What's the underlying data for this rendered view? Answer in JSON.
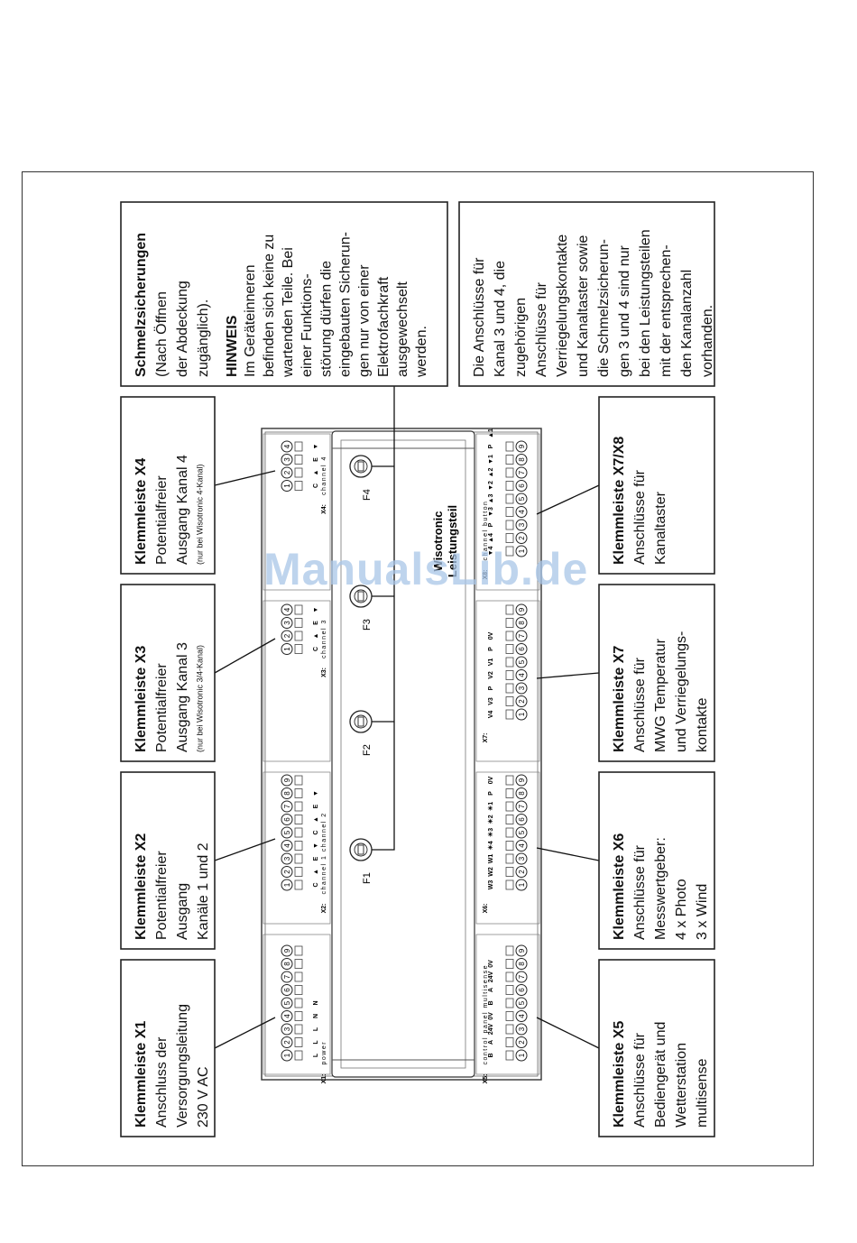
{
  "watermark": "ManualsLib.de",
  "device": {
    "brand": "Wisotronic",
    "model": "Leistungsteil",
    "fuses": [
      "F1",
      "F2",
      "F3",
      "F4"
    ]
  },
  "boxes": {
    "x1": {
      "title": "Klemmleiste X1",
      "lines": [
        "Anschluss der",
        "Versorgungsleitung",
        "230 V AC"
      ]
    },
    "x2": {
      "title": "Klemmleiste X2",
      "lines": [
        "Potentialfreier",
        "Ausgang",
        "Kanäle 1 und 2"
      ]
    },
    "x3": {
      "title": "Klemmleiste X3",
      "lines": [
        "Potentialfreier",
        "Ausgang Kanal 3"
      ],
      "note": "(nur bei Wisotronic 3/4-Kanal)"
    },
    "x4": {
      "title": "Klemmleiste X4",
      "lines": [
        "Potentialfreier",
        "Ausgang Kanal 4"
      ],
      "note": "(nur bei Wisotronic 4-Kanal)"
    },
    "fuse": {
      "title": "Schmelzsicherungen",
      "lines": [
        "(Nach Öffnen",
        "der Abdeckung",
        "zugänglich)."
      ],
      "hint_title": "HINWEIS",
      "hint_lines": [
        "Im Geräteinneren",
        "befinden sich keine zu",
        "wartenden Teile. Bei",
        "einer Funktions-",
        "störung dürfen die",
        "eingebauten Sicherun-",
        "gen nur von einer",
        "Elektrofachkraft",
        "ausgewechselt",
        "werden."
      ]
    },
    "x5": {
      "title": "Klemmleiste X5",
      "lines": [
        "Anschlüsse für",
        "Bediengerät und",
        "Wetterstation",
        "multisense"
      ]
    },
    "x6": {
      "title": "Klemmleiste X6",
      "lines": [
        "Anschlüsse für",
        "Messwertgeber:",
        "4 x Photo",
        "3 x Wind"
      ]
    },
    "x7": {
      "title": "Klemmleiste X7",
      "lines": [
        "Anschlüsse für",
        "MWG Temperatur",
        "und Verriegelungs-",
        "kontakte"
      ]
    },
    "x7x8": {
      "title": "Klemmleiste X7/X8",
      "lines": [
        "Anschlüsse für",
        "Kanaltaster"
      ]
    },
    "info": {
      "lines": [
        "Die Anschlüsse für",
        "Kanal 3 und 4, die",
        "zugehörigen",
        "Anschlüsse für",
        "Verriegelungskontakte",
        "und Kanaltaster sowie",
        "die Schmelzsicherun-",
        "gen 3 und 4 sind nur",
        "bei den Leistungsteilen",
        "mit der entsprechen-",
        "den Kanalanzahl",
        "vorhanden."
      ]
    }
  },
  "terminals": {
    "x1": {
      "id": "X1:",
      "sub": "power",
      "signals": [
        "N",
        "N",
        "L",
        "L",
        "L"
      ]
    },
    "x2": {
      "id": "X2:",
      "sub": "channel 1   channel 2",
      "signals": [
        "▼",
        "E",
        "▲",
        "C",
        "▼",
        "E",
        "▲",
        "C"
      ]
    },
    "x3": {
      "id": "X3:",
      "sub": "channel 3",
      "signals": [
        "▼",
        "E",
        "▲",
        "C"
      ]
    },
    "x4": {
      "id": "X4:",
      "sub": "channel 4",
      "signals": [
        "▼",
        "E",
        "▲",
        "C"
      ]
    },
    "x5": {
      "id": "X5:",
      "sub": "control panel   multisense",
      "signals": [
        "0V",
        "24V",
        "A",
        "B",
        "0V",
        "24V",
        "A",
        "B"
      ]
    },
    "x6": {
      "id": "X6:",
      "signals": [
        "0V",
        "P",
        "☀1",
        "☀2",
        "☀3",
        "☀4",
        "W1",
        "W2",
        "W3"
      ]
    },
    "x7": {
      "id": "X7:",
      "signals": [
        "0V",
        "P",
        "V1",
        "V2",
        "P",
        "V3",
        "V4"
      ]
    },
    "x8": {
      "id": "X8:",
      "sub": "channel button",
      "signals": [
        "▲1",
        "P",
        "▼1",
        "▲2",
        "▼2",
        "▲3",
        "▼3",
        "P",
        "▲4",
        "▼4"
      ]
    }
  }
}
